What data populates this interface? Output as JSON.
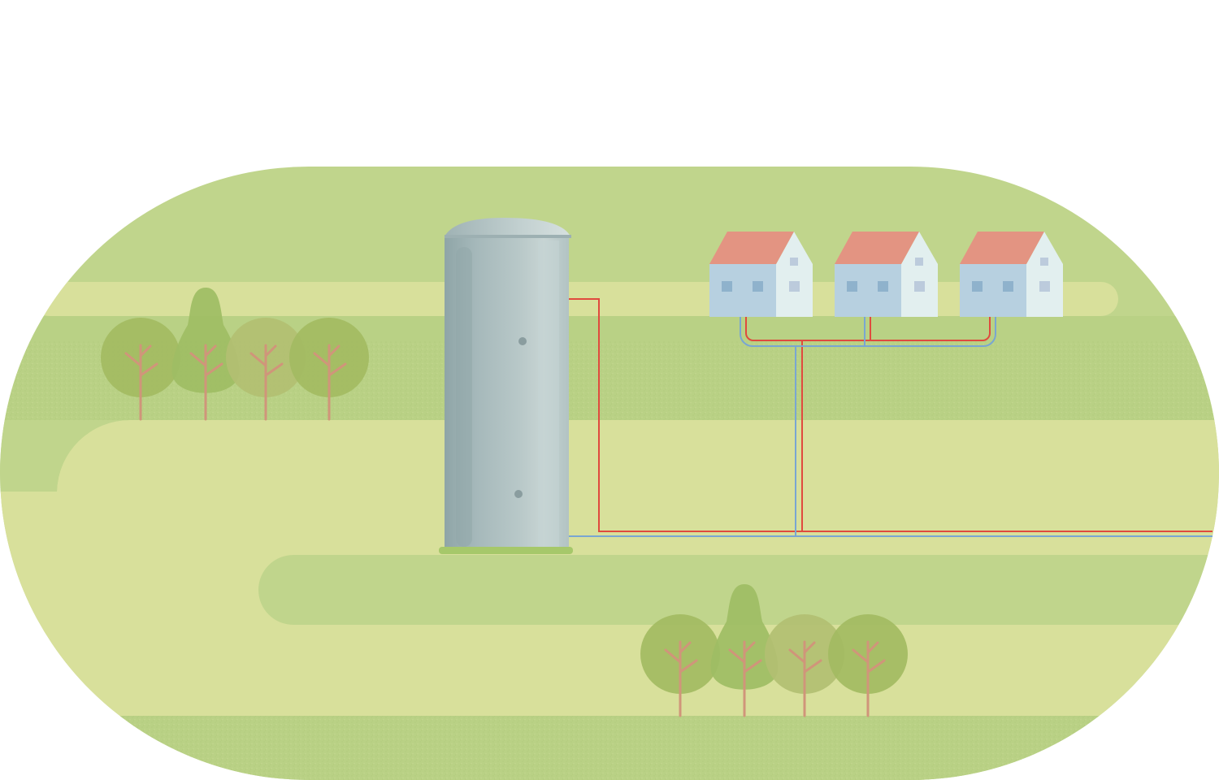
{
  "colors": {
    "background": "#ffffff",
    "land_dark": "#c0d58c",
    "land_light": "#d8e09b",
    "land_textured": "#b9d185",
    "tank_body": "#a9bbbd",
    "tank_highlight": "#c5d3d3",
    "tank_shadow": "#92a8a9",
    "tank_base": "#a6c86a",
    "hot_pipe": "#e04a3e",
    "cold_pipe": "#79a6d2",
    "house_roof": "#e39482",
    "house_wall_front": "#b7d0e0",
    "house_wall_side": "#e2efef",
    "house_window_front": "#8fb2cc",
    "house_window_side": "#bccbdc",
    "tree_crown_a": "#a3bb62",
    "tree_crown_b": "#b2bf72",
    "tree_crown_poplar": "#9ebd64",
    "tree_trunk": "#d0957a"
  },
  "scene": {
    "tank": {
      "icon": "thermal-storage-tank-icon"
    },
    "houses": [
      {
        "icon": "house-icon"
      },
      {
        "icon": "house-icon"
      },
      {
        "icon": "house-icon"
      }
    ],
    "pipes": [
      {
        "icon": "hot-supply-pipe",
        "role": "hot"
      },
      {
        "icon": "cold-return-pipe",
        "role": "cold"
      }
    ],
    "tree_groups": [
      {
        "icon": "tree-group-icon",
        "trees": [
          "round",
          "poplar",
          "round",
          "round"
        ]
      },
      {
        "icon": "tree-group-icon",
        "trees": [
          "round",
          "poplar",
          "round",
          "round"
        ]
      }
    ]
  }
}
